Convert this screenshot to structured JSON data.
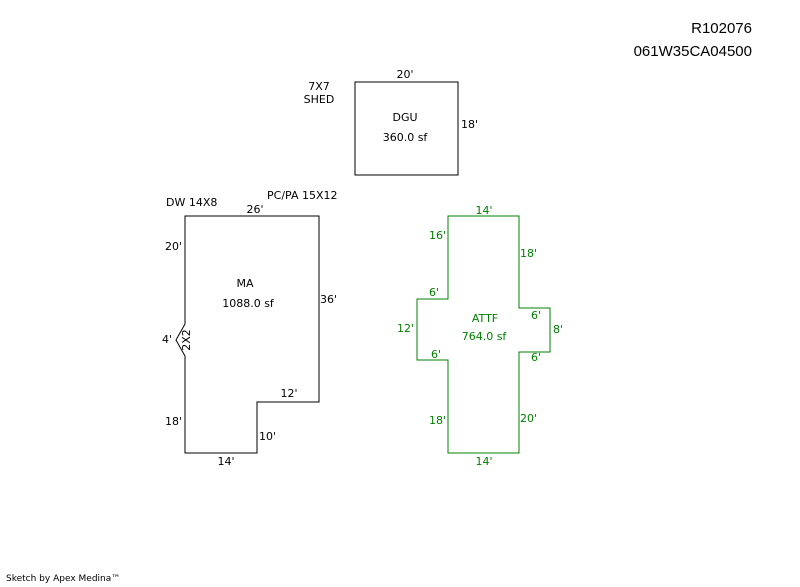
{
  "header": {
    "account": "R102076",
    "map_number": "061W35CA04500"
  },
  "footer": {
    "credit": "Sketch by Apex Medina™"
  },
  "colors": {
    "outline": "#000000",
    "addition": "#008000"
  },
  "notes": {
    "shed": [
      "7X7",
      "SHED"
    ],
    "dw": "DW 14X8",
    "pcpa": "PC/PA 15X12",
    "bay": "2X2"
  },
  "areas": {
    "dgu": {
      "label": "DGU",
      "area": "360.0 sf",
      "dims": {
        "top": "20'",
        "right": "18'"
      }
    },
    "ma": {
      "label": "MA",
      "area": "1088.0 sf",
      "dims": {
        "top": "26'",
        "left_upper": "20'",
        "right": "36'",
        "bay": "4'",
        "step_top": "12'",
        "step_side": "10'",
        "left_lower": "18'",
        "bottom": "14'"
      }
    },
    "attf": {
      "label": "ATTF",
      "area": "764.0 sf",
      "dims": {
        "top": "14'",
        "left_upper": "16'",
        "right_upper": "18'",
        "left_notch_top": "6'",
        "left_notch": "12'",
        "left_notch_bottom": "6'",
        "right_notch_top": "6'",
        "right_notch": "8'",
        "right_notch_bottom": "6'",
        "left_lower": "18'",
        "right_lower": "20'",
        "bottom": "14'"
      }
    }
  }
}
